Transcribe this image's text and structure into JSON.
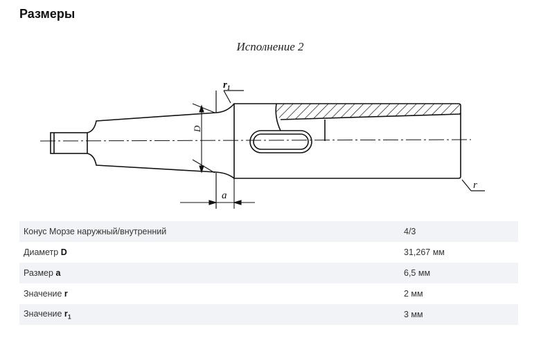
{
  "heading": "Размеры",
  "drawing": {
    "title": "Исполнение 2",
    "label_r1": "r",
    "label_r1_sub": "1",
    "label_r": "r",
    "label_D": "D",
    "label_a": "a"
  },
  "rows": [
    {
      "label": "Конус Морзе наружный/внутренний",
      "symbol": "",
      "symbol_sub": "",
      "value": "4/3"
    },
    {
      "label": "Диаметр ",
      "symbol": "D",
      "symbol_sub": "",
      "value": "31,267 мм"
    },
    {
      "label": "Размер ",
      "symbol": "a",
      "symbol_sub": "",
      "value": "6,5 мм"
    },
    {
      "label": "Значение ",
      "symbol": "r",
      "symbol_sub": "",
      "value": "2 мм"
    },
    {
      "label": "Значение ",
      "symbol": "r",
      "symbol_sub": "1",
      "value": "3 мм"
    }
  ]
}
